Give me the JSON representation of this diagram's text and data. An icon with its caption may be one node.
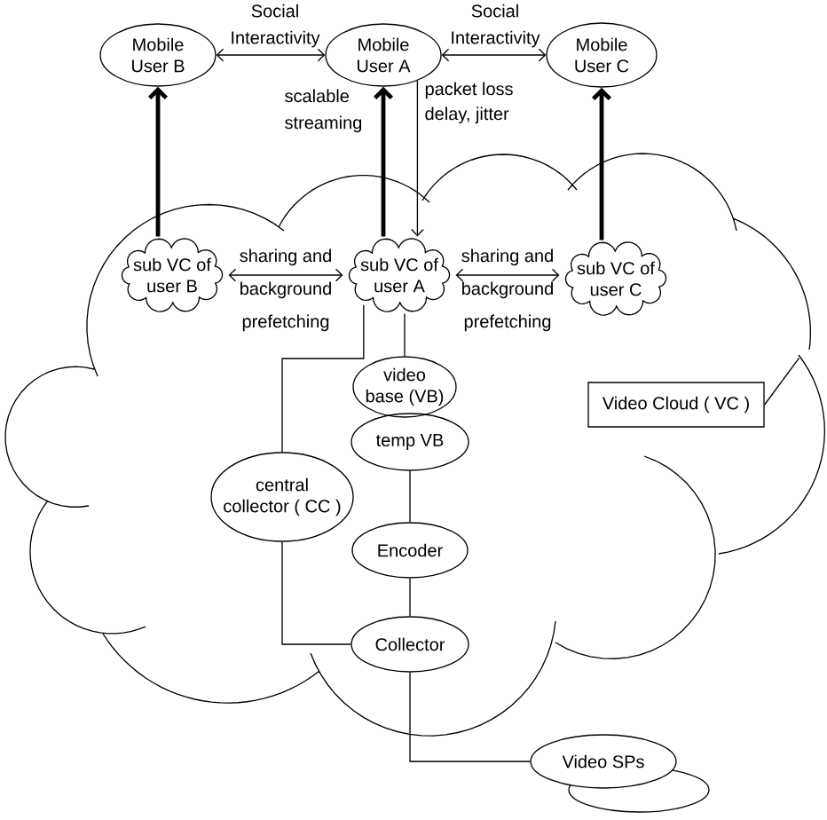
{
  "diagram": {
    "nodes": [
      {
        "text": [
          "Mobile User B"
        ]
      },
      {
        "text": [
          "Mobile User A"
        ]
      },
      {
        "text": [
          "Mobile User C"
        ]
      },
      {
        "text": [],
        "shape": "cloud"
      },
      {
        "text": [
          "sub VC of user B"
        ],
        "in": 3
      },
      {
        "text": [
          "sub VC of user A"
        ],
        "in": 3
      },
      {
        "text": [
          "sub VC of user C"
        ],
        "in": 3
      },
      {
        "text": [
          "video base (VB)"
        ],
        "in": 3
      },
      {
        "text": [
          "temp VB"
        ],
        "in": 3
      },
      {
        "text": [
          "Video Cloud ( VC )"
        ],
        "in": 3
      },
      {
        "text": [
          "central collector ( CC )"
        ],
        "in": 3
      },
      {
        "text": [
          "Encoder"
        ],
        "in": 3
      },
      {
        "text": [
          "Collector"
        ],
        "in": 3
      },
      {
        "text": [
          "Video SPs"
        ]
      }
    ],
    "edges": [
      {
        "from": 0,
        "to": 1,
        "arrow": "both",
        "label": "Social Interactivity"
      },
      {
        "from": 1,
        "to": 2,
        "arrow": "both",
        "label": "Social Interactivity"
      },
      {
        "from": 4,
        "to": 0,
        "arrow": "to",
        "style": "thick"
      },
      {
        "from": 5,
        "to": 1,
        "arrow": "to",
        "style": "thick",
        "label": "scalable streaming"
      },
      {
        "from": 1,
        "to": 5,
        "arrow": "to",
        "label": "packet loss delay, jitter"
      },
      {
        "from": 6,
        "to": 2,
        "arrow": "to",
        "style": "thick"
      },
      {
        "from": 4,
        "to": 5,
        "arrow": "both",
        "label": "sharing and background prefetching"
      },
      {
        "from": 5,
        "to": 6,
        "arrow": "both",
        "label": "sharing and background prefetching"
      },
      {
        "from": 5,
        "to": 7,
        "arrow": "none"
      },
      {
        "from": 5,
        "to": 10,
        "arrow": "none"
      },
      {
        "from": 9,
        "to": 3,
        "arrow": "none"
      },
      {
        "from": 8,
        "to": 11,
        "arrow": "none"
      },
      {
        "from": 11,
        "to": 12,
        "arrow": "none"
      },
      {
        "from": 10,
        "to": 12,
        "arrow": "none"
      },
      {
        "from": 12,
        "to": 13,
        "arrow": "none"
      }
    ]
  }
}
